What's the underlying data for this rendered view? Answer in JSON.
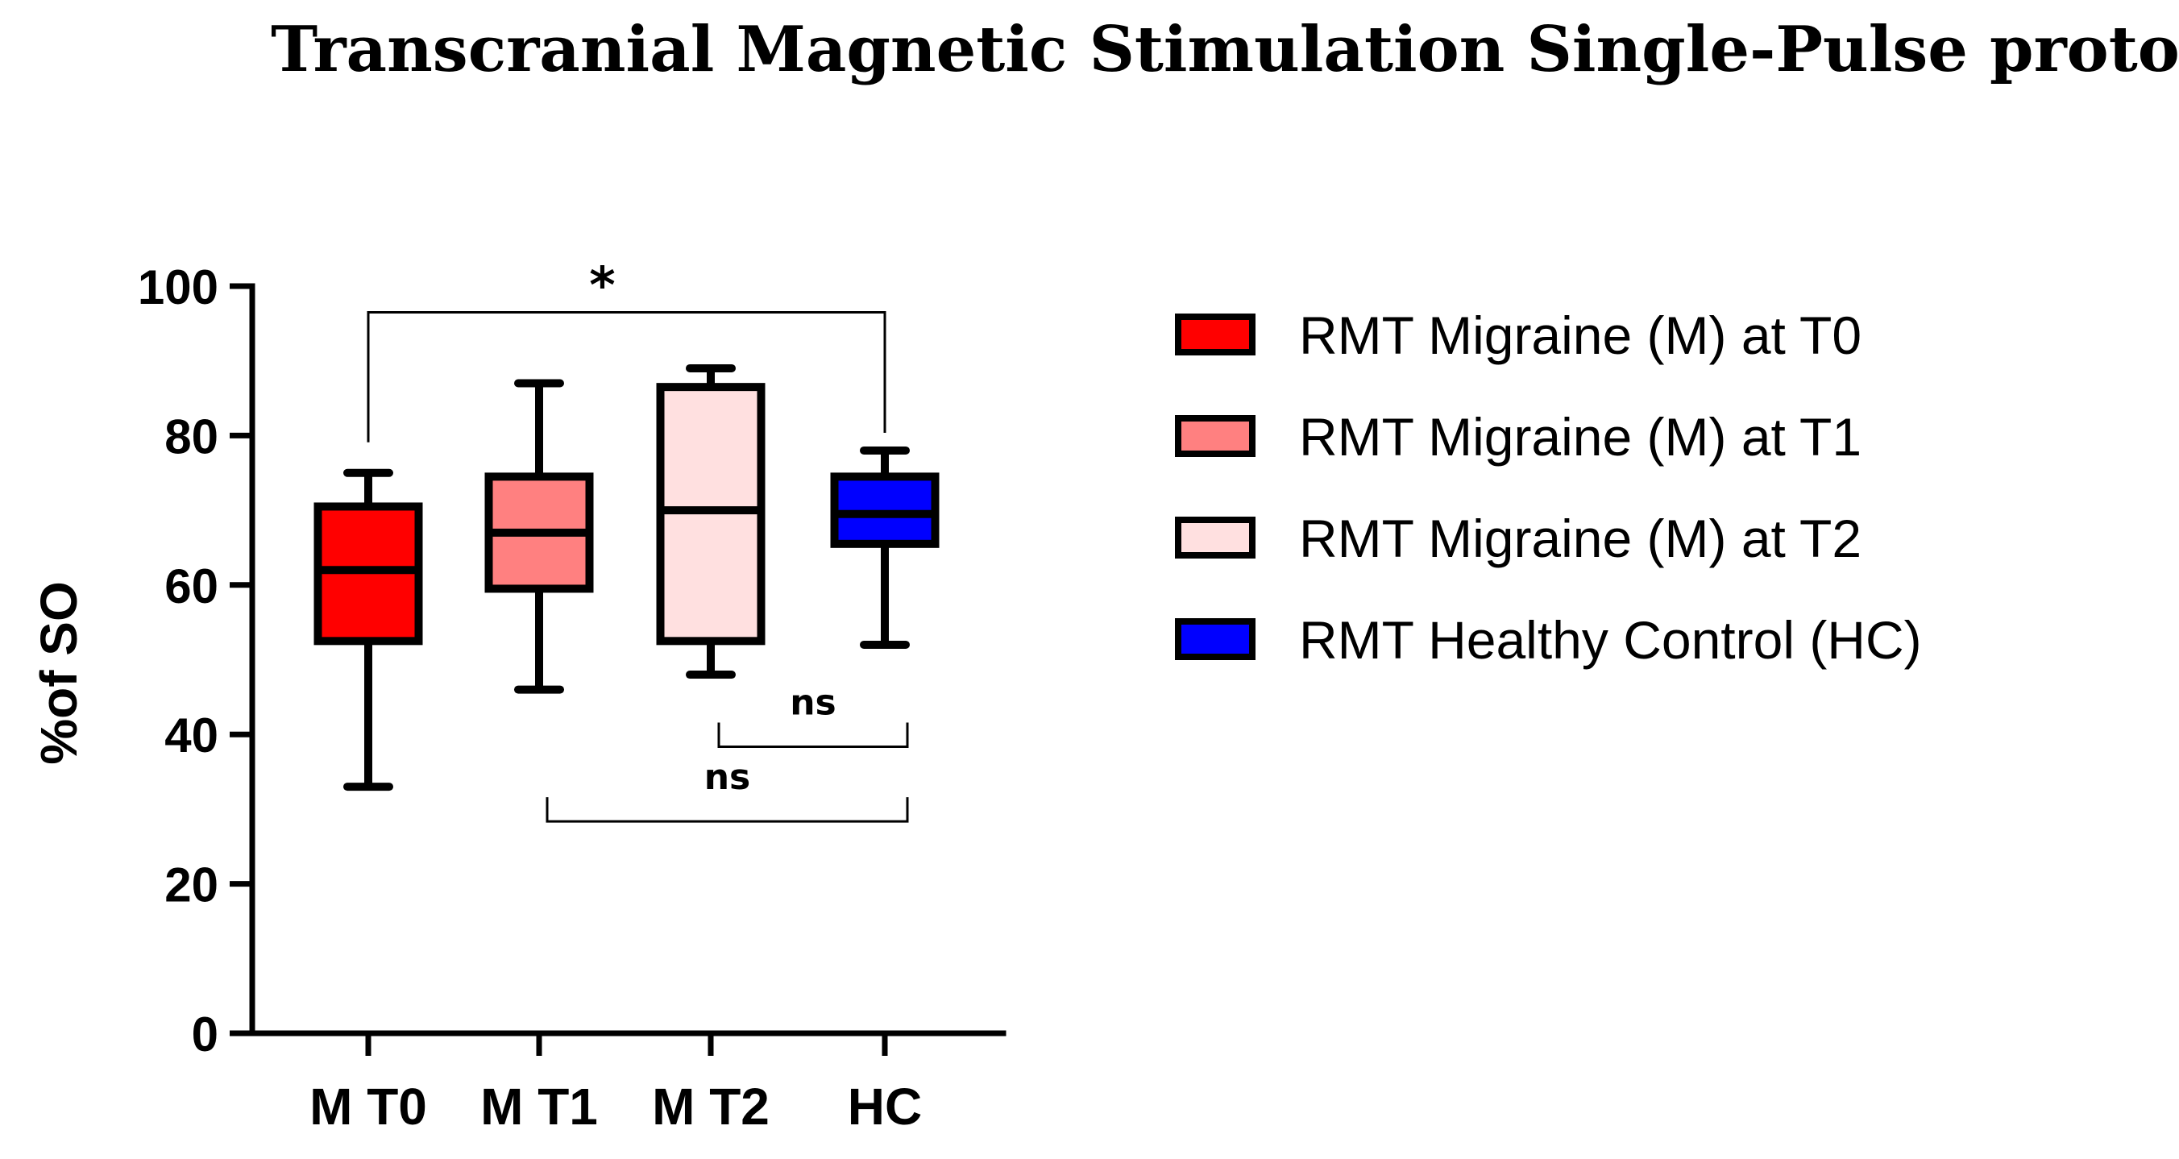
{
  "chart_data": {
    "type": "box",
    "title": "Transcranial Magnetic Stimulation Single-Pulse protocol",
    "ylabel": "%of SO",
    "xlabel": "",
    "ylim": [
      0,
      100
    ],
    "yticks": [
      "0",
      "20",
      "40",
      "60",
      "80",
      "100"
    ],
    "grid": false,
    "legend_position": "right",
    "categories": [
      "M T0",
      "M T1",
      "M T2",
      "HC"
    ],
    "series": [
      {
        "name": "RMT Migraine (M) at T0",
        "color": "#ff0000",
        "min": 33,
        "q1": 52.5,
        "median": 62,
        "q3": 70.5,
        "max": 75
      },
      {
        "name": "RMT Migraine (M) at T1",
        "color": "#ff8080",
        "min": 46,
        "q1": 59.5,
        "median": 67,
        "q3": 74.5,
        "max": 87
      },
      {
        "name": "RMT Migraine (M) at T2",
        "color": "#ffe0e0",
        "min": 48,
        "q1": 52.5,
        "median": 70,
        "q3": 86.5,
        "max": 89
      },
      {
        "name": "RMT Healthy Control (HC)",
        "color": "#0000ff",
        "min": 52,
        "q1": 65.5,
        "median": 69.5,
        "q3": 74.5,
        "max": 78
      }
    ],
    "annotations": [
      {
        "from": "M T0",
        "to": "HC",
        "label": "*",
        "level": 98
      },
      {
        "from": "M T2",
        "to": "HC",
        "label": "ns",
        "level": 39
      },
      {
        "from": "M T1",
        "to": "HC",
        "label": "ns",
        "level": 29
      }
    ]
  }
}
